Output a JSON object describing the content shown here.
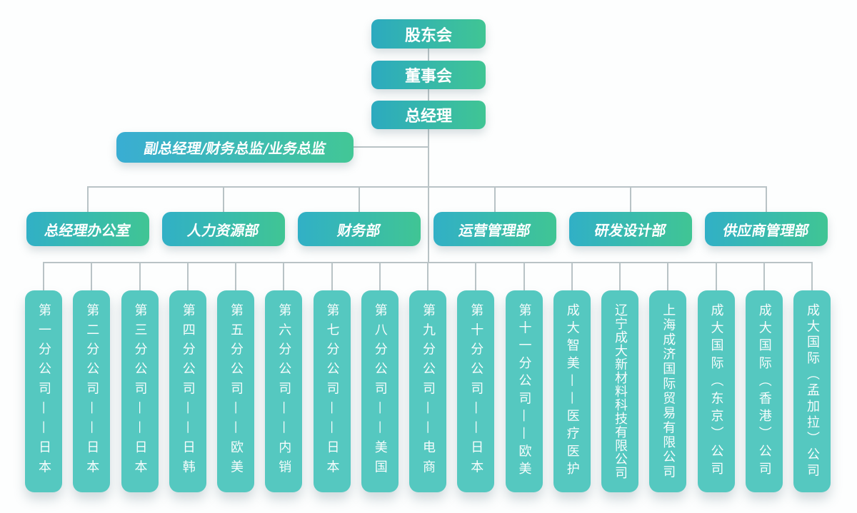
{
  "org_chart": {
    "top_nodes": [
      {
        "label": "股东会"
      },
      {
        "label": "董事会"
      },
      {
        "label": "总经理"
      }
    ],
    "deputy_node": {
      "label": "副总经理/财务总监/业务总监"
    },
    "departments": [
      "总经理办公室",
      "人力资源部",
      "财务部",
      "运营管理部",
      "研发设计部",
      "供应商管理部"
    ],
    "subsidiaries": [
      "第一分公司——日本",
      "第二分公司——日本",
      "第三分公司——日本",
      "第四分公司——日韩",
      "第五分公司——欧美",
      "第六分公司——内销",
      "第七分公司——日本",
      "第八分公司——美国",
      "第九分公司——电商",
      "第十分公司——日本",
      "第十一分公司——欧美",
      "成大智美——医疗医护",
      "辽宁成大新材料科技有限公司",
      "上海成济国际贸易有限公司",
      "成大国际（东京）公司",
      "成大国际（香港）公司",
      "成大国际（孟加拉）公司"
    ]
  },
  "colors": {
    "gradient_start": "#2caabf",
    "gradient_end": "#40c594",
    "deputy_gradient_start": "#39add3",
    "subsidiary_fill": "#55c8c0",
    "connector_line": "#b9c3c6",
    "text": "#ffffff"
  }
}
